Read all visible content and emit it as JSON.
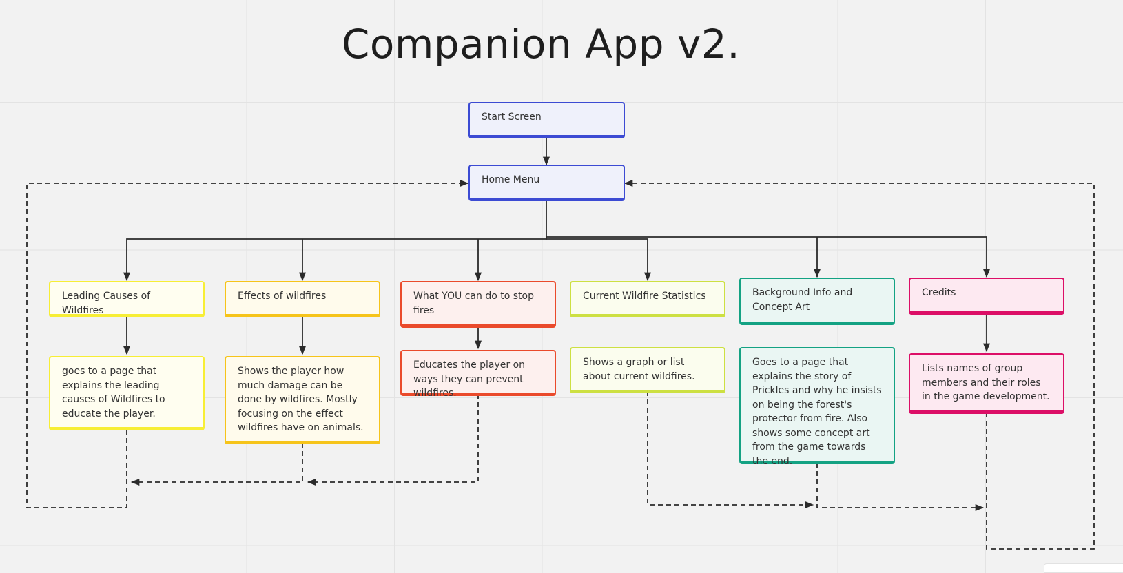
{
  "title": "Companion App v2.",
  "colors": {
    "blue": "#3c4bd3",
    "yellow": "#f7ee35",
    "amber": "#f6c41a",
    "red": "#ea4a2b",
    "lime": "#cde042",
    "teal": "#14a283",
    "pink": "#dc0f67",
    "connector": "#2b2b2b"
  },
  "nodes": {
    "start": "Start Screen",
    "home": "Home Menu",
    "causes": "Leading Causes of Wildfires",
    "effects": "Effects of wildfires",
    "what_you_can_do": "What YOU can do to stop fires",
    "statistics": "Current Wildfire Statistics",
    "background": "Background Info and Concept Art",
    "credits": "Credits",
    "causes_desc": "goes to a page that explains the leading causes of Wildfires to educate the player.",
    "effects_desc": "Shows the player how much damage can be done by wildfires. Mostly focusing on the effect wildfires have on animals.",
    "what_you_can_do_desc": "Educates the player on ways they can prevent wildfires.",
    "statistics_desc": "Shows a graph or list about current wildfires.",
    "background_desc": "Goes to a page that explains the story of Prickles and why he insists on being the forest's protector from fire. Also shows some concept art from the game towards the end.",
    "credits_desc": "Lists names of group members and their roles in the game development."
  }
}
